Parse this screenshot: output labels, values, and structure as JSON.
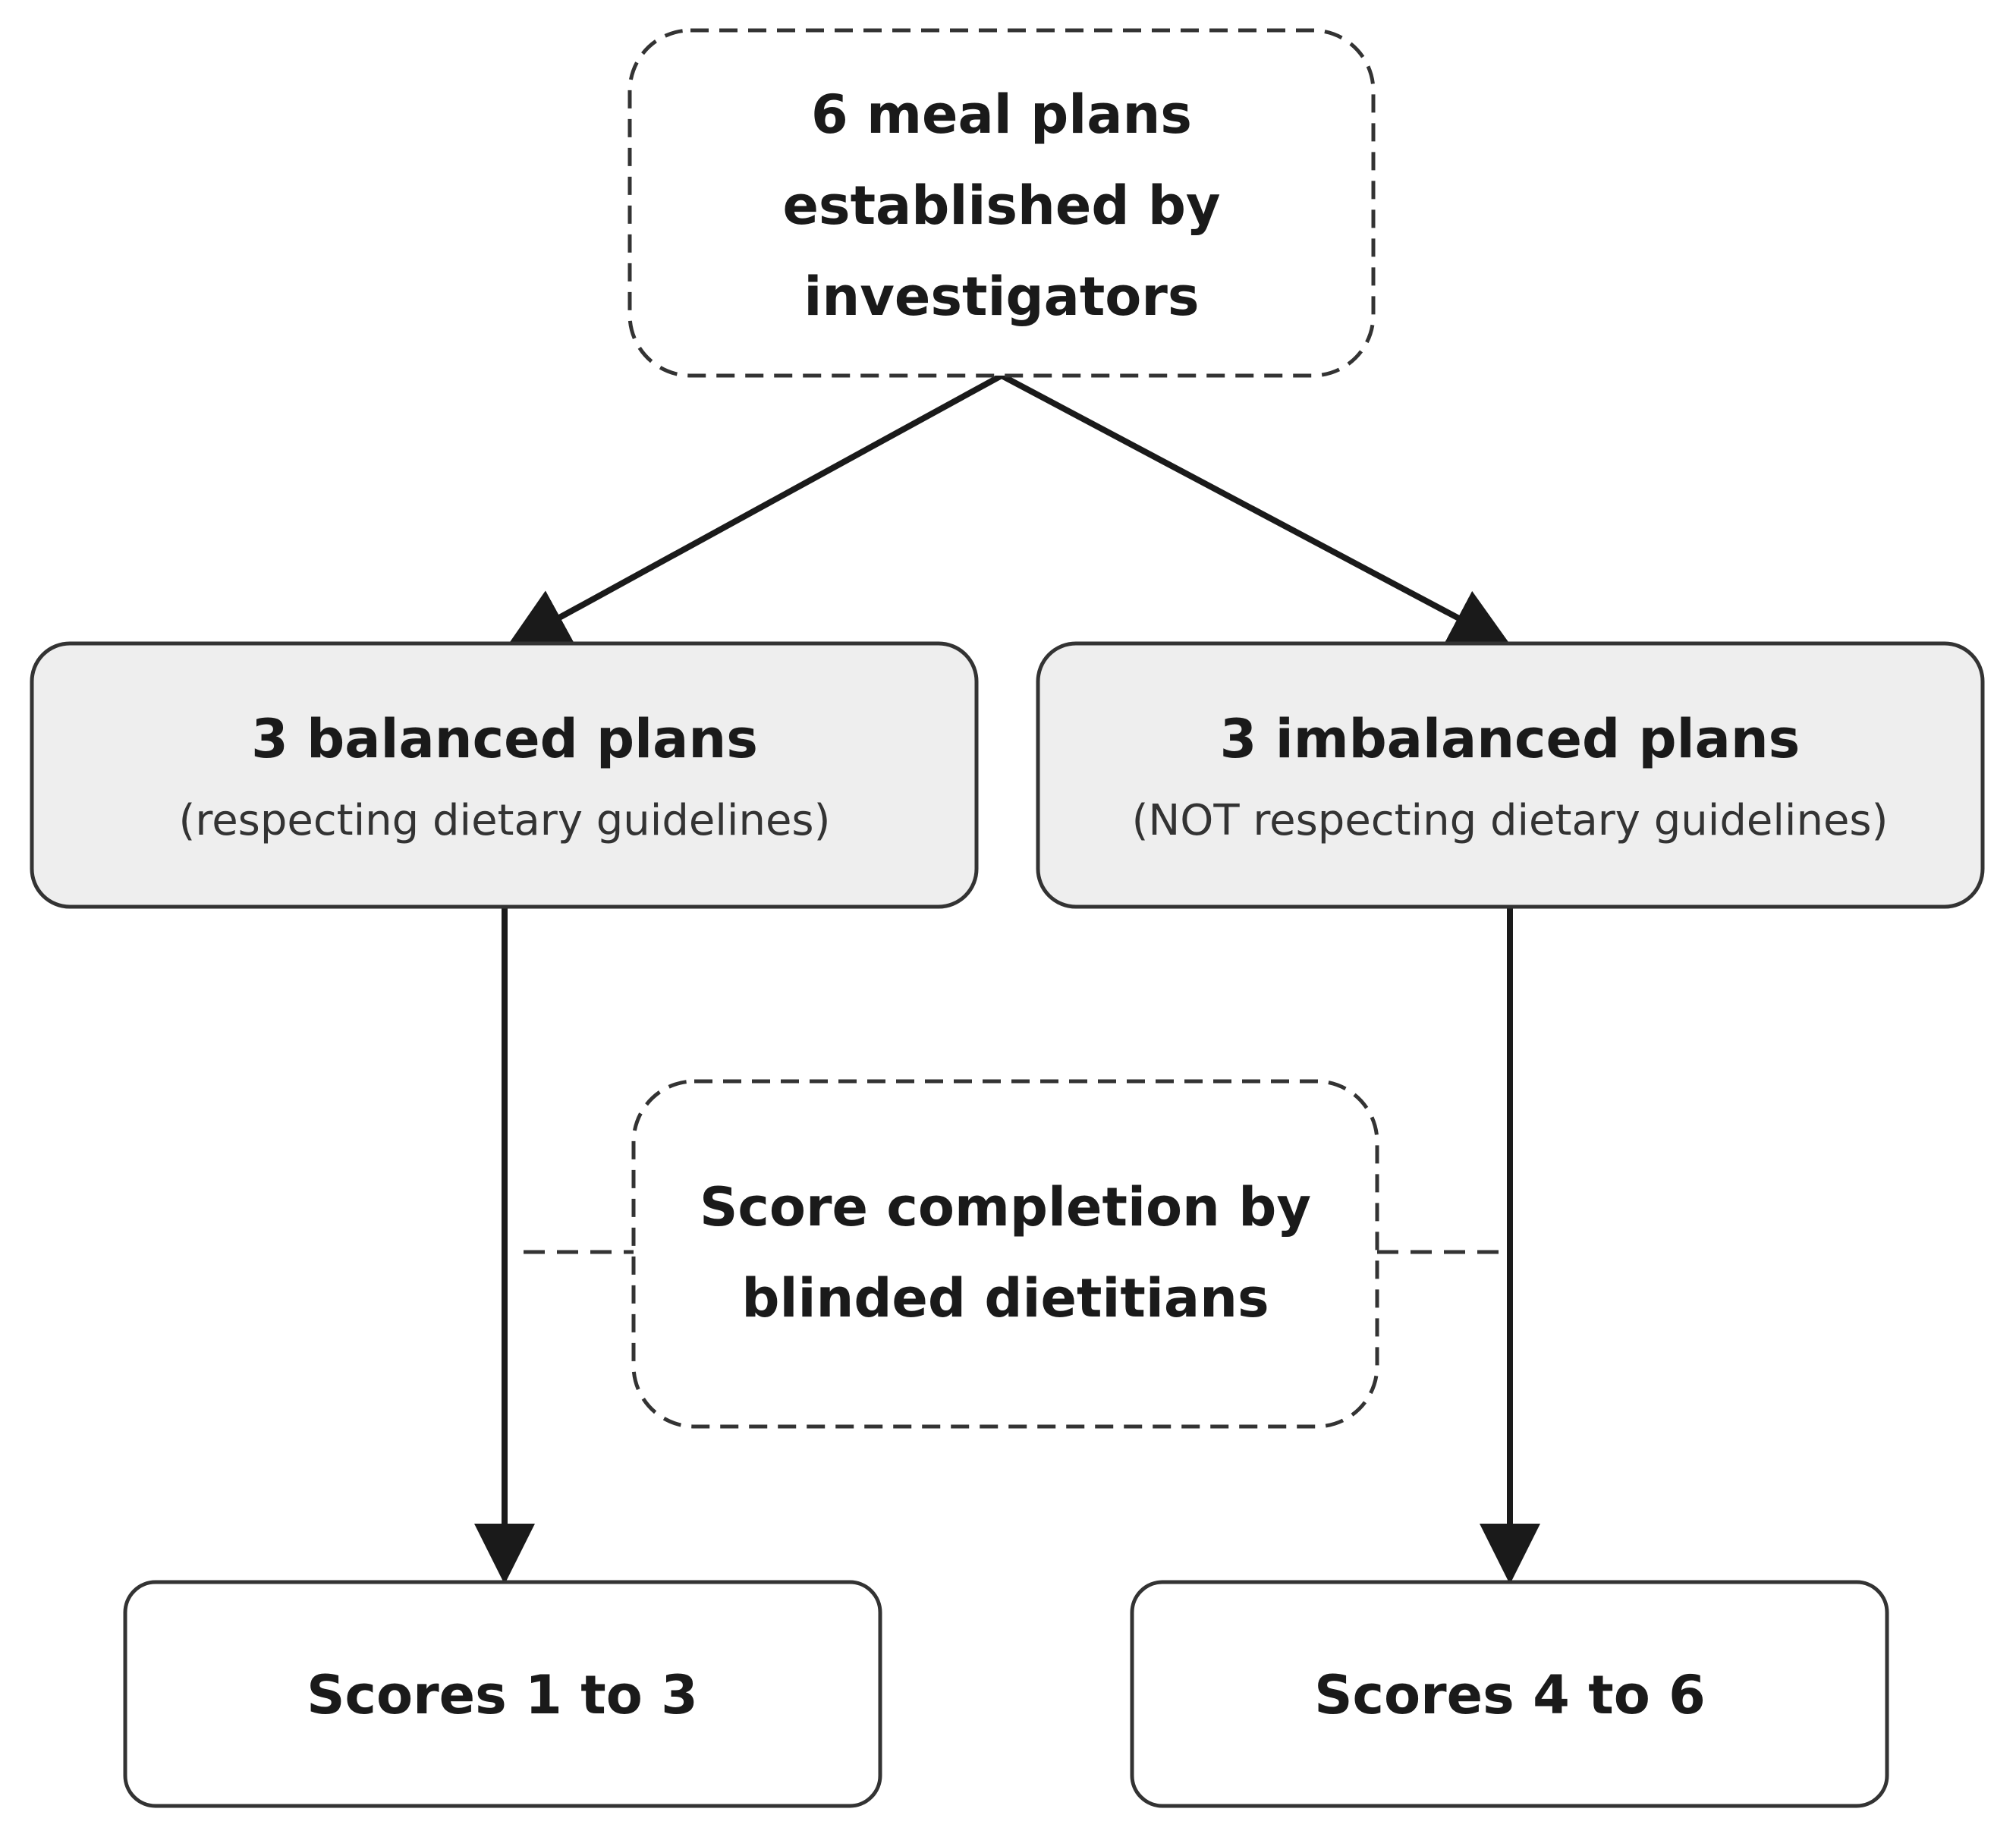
{
  "top_box": {
    "lines": [
      "6 meal plans",
      "established by",
      "investigators"
    ]
  },
  "balanced_box": {
    "title": "3 balanced plans",
    "subtitle": "(respecting dietary guidelines)"
  },
  "imbalanced_box": {
    "title": "3 imbalanced plans",
    "subtitle": "(NOT respecting dietary guidelines)"
  },
  "score_box": {
    "lines": [
      "Score completion by",
      "blinded dietitians"
    ]
  },
  "result_left": {
    "label": "Scores 1 to 3"
  },
  "result_right": {
    "label": "Scores 4 to 6"
  },
  "colors": {
    "stroke": "#1a1a1a",
    "filled_box": "#eeeeee",
    "plain_box": "#ffffff"
  }
}
